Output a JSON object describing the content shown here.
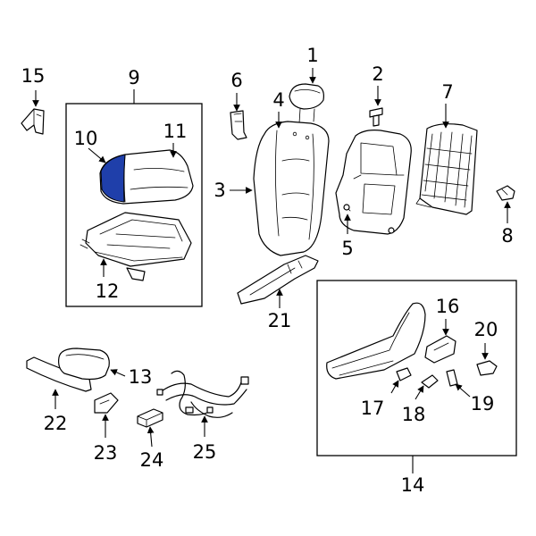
{
  "highlight_color": "#1f3faa",
  "callouts": {
    "c1": "1",
    "c2": "2",
    "c3": "3",
    "c4": "4",
    "c5": "5",
    "c6": "6",
    "c7": "7",
    "c8": "8",
    "c9": "9",
    "c10": "10",
    "c11": "11",
    "c12": "12",
    "c13": "13",
    "c14": "14",
    "c15": "15",
    "c16": "16",
    "c17": "17",
    "c18": "18",
    "c19": "19",
    "c20": "20",
    "c21": "21",
    "c22": "22",
    "c23": "23",
    "c24": "24",
    "c25": "25"
  }
}
